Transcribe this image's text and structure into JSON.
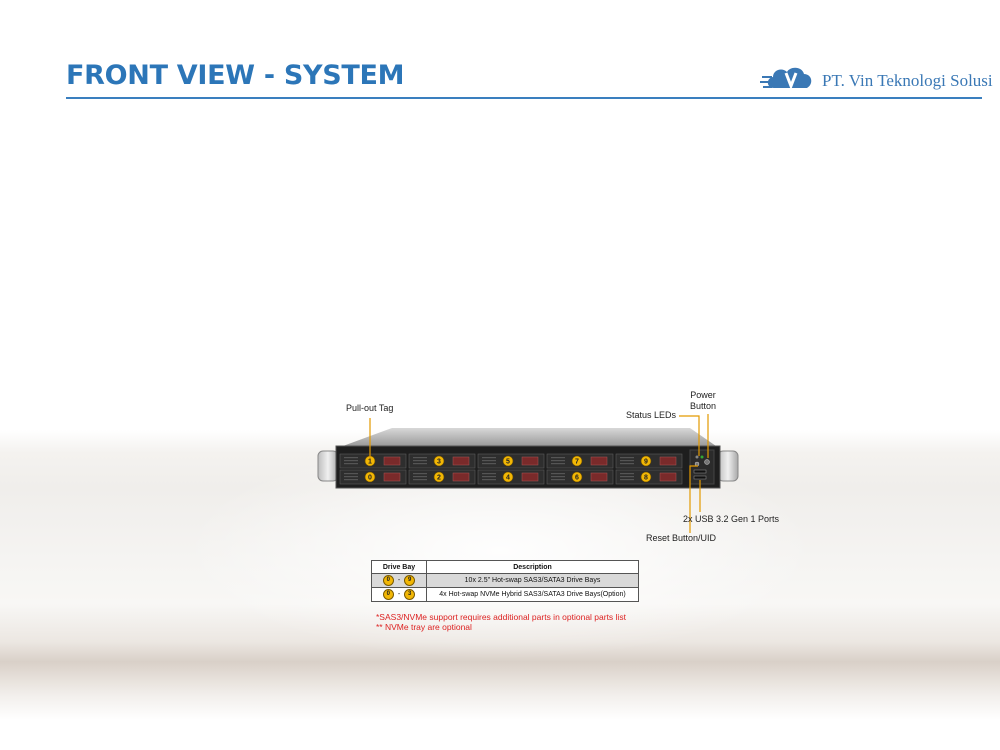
{
  "header": {
    "title": "FRONT VIEW - SYSTEM",
    "company_name": "PT. Vin Teknologi Solusi"
  },
  "callouts": {
    "pull_out_tag": "Pull-out Tag",
    "power_button": "Power\nButton",
    "status_leds": "Status LEDs",
    "usb_ports": "2x USB 3.2 Gen 1 Ports",
    "reset_button": "Reset Button/UID"
  },
  "drive_bay_labels": {
    "top_row": [
      "1",
      "3",
      "5",
      "7",
      "9"
    ],
    "bottom_row": [
      "0",
      "2",
      "4",
      "6",
      "8"
    ]
  },
  "table": {
    "headers": [
      "Drive Bay",
      "Description"
    ],
    "rows": [
      {
        "from": "0",
        "to": "9",
        "description": "10x 2.5\" Hot-swap SAS3/SATA3 Drive Bays"
      },
      {
        "from": "0",
        "to": "3",
        "description": "4x Hot-swap NVMe Hybrid SAS3/SATA3 Drive Bays(Option)"
      }
    ]
  },
  "notes": [
    "*SAS3/NVMe support requires additional parts in optional parts list",
    "** NVMe tray are optional"
  ],
  "colors": {
    "title": "#2c76b8",
    "badge": "#f2b705",
    "note": "#dd2222",
    "drive_latch": "#7a2a2a"
  }
}
